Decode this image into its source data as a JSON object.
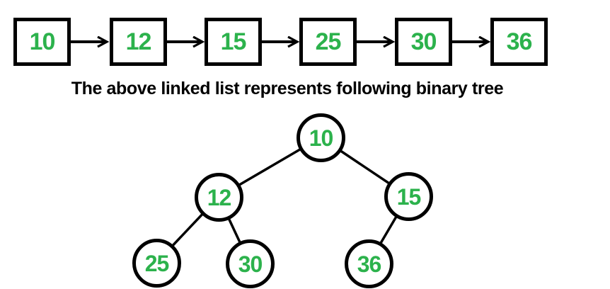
{
  "heading": "The above linked list represents following binary tree",
  "colors": {
    "value_green": "#2cb24c",
    "stroke_black": "#000000",
    "bg_white": "#ffffff"
  },
  "linked_list": {
    "nodes": [
      {
        "value": "10"
      },
      {
        "value": "12"
      },
      {
        "value": "15"
      },
      {
        "value": "25"
      },
      {
        "value": "30"
      },
      {
        "value": "36"
      }
    ]
  },
  "tree": {
    "nodes": [
      {
        "value": "10",
        "level": 0
      },
      {
        "value": "12",
        "level": 1
      },
      {
        "value": "15",
        "level": 1
      },
      {
        "value": "25",
        "level": 2
      },
      {
        "value": "30",
        "level": 2
      },
      {
        "value": "36",
        "level": 2
      }
    ],
    "edges": [
      {
        "from": "10",
        "to": "12"
      },
      {
        "from": "10",
        "to": "15"
      },
      {
        "from": "12",
        "to": "25"
      },
      {
        "from": "12",
        "to": "30"
      },
      {
        "from": "15",
        "to": "36"
      }
    ]
  }
}
